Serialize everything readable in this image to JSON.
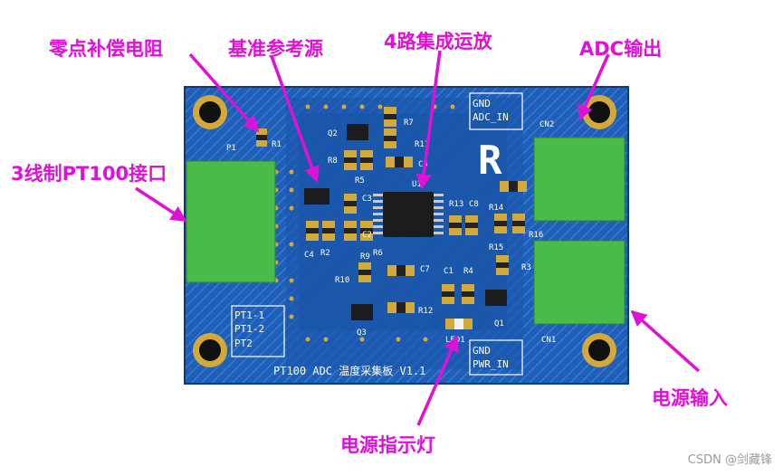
{
  "callouts": {
    "zero_comp": "零点补偿电阻",
    "ref": "基准参考源",
    "opamp": "4路集成运放",
    "adc_out": "ADC输出",
    "pt100": "3线制PT100接口",
    "power_in": "电源输入",
    "power_led": "电源指示灯"
  },
  "board": {
    "title": "PT100 ADC 温度采集板 V1.1",
    "gnd_top": "GND",
    "adc_in": "ADC_IN",
    "gnd_bottom": "GND",
    "pwr_in": "PWR_IN",
    "pt1_1": "PT1-1",
    "pt1_2": "PT1-2",
    "pt2": "PT2",
    "logo": "R",
    "designators": [
      "P1",
      "R1",
      "Q2",
      "R7",
      "R8",
      "R5",
      "R11",
      "C5",
      "U1",
      "C3",
      "R2",
      "C4",
      "C2",
      "R6",
      "R13",
      "C8",
      "R12",
      "R14",
      "R15",
      "R16",
      "R10",
      "R9",
      "C7",
      "C1",
      "R4",
      "R3",
      "Q3",
      "Q1",
      "CN1",
      "CN2",
      "LED1"
    ]
  },
  "colors": {
    "callout": "#e010d8",
    "pcb": "#1f5fb8",
    "pcb_dark": "#174a94",
    "terminal": "#4aba4a",
    "gold": "#d3a93a"
  },
  "watermark": "CSDN @剑藏锋"
}
